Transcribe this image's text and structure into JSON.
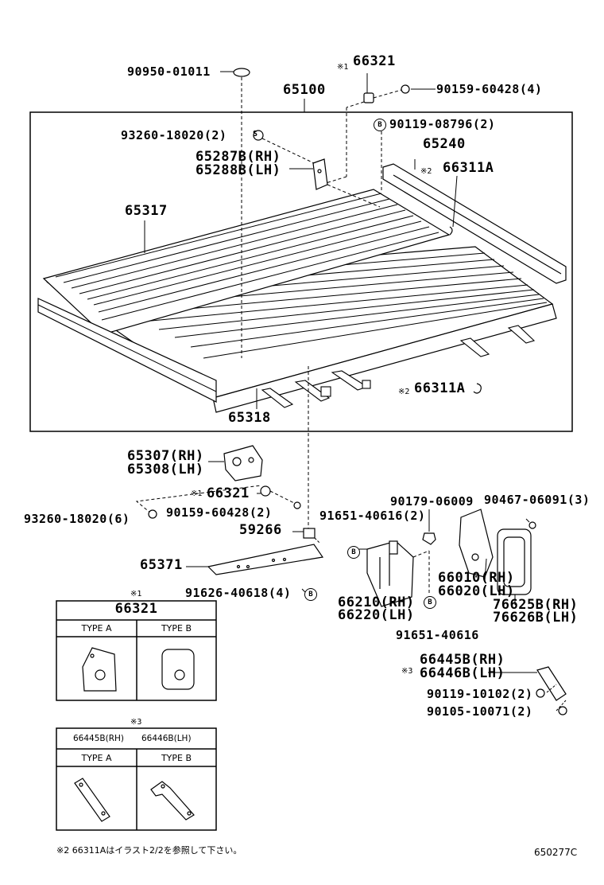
{
  "labels": {
    "p90950": "90950-01011",
    "p66321_top": "66321",
    "p90159_top": "90159-60428(4)",
    "p65100": "65100",
    "p90119_08796": "90119-08796(2)",
    "p93260_top": "93260-18020(2)",
    "p65240": "65240",
    "p65287": "65287B(RH)",
    "p65288": "65288B(LH)",
    "p66311A_top": "66311A",
    "p65317": "65317",
    "p66311A_bottom": "66311A",
    "p65318": "65318",
    "p65307": "65307(RH)",
    "p65308": "65308(LH)",
    "p66321_mid": "66321",
    "p90159_mid": "90159-60428(2)",
    "p93260_mid": "93260-18020(6)",
    "p90179": "90179-06009",
    "p90467": "90467-06091(3)",
    "p91651_top": "91651-40616(2)",
    "p59266": "59266",
    "p65371": "65371",
    "p91626": "91626-40618(4)",
    "p66010": "66010(RH)",
    "p66020": "66020(LH)",
    "p66210": "66210(RH)",
    "p66220": "66220(LH)",
    "p76625": "76625B(RH)",
    "p76626": "76626B(LH)",
    "p91651_bottom": "91651-40616",
    "p66445": "66445B(RH)",
    "p66446": "66446B(LH)",
    "p90119_10102": "90119-10102(2)",
    "p90105": "90105-10071(2)"
  },
  "notes": {
    "n1": "※1",
    "n2": "※2",
    "n3": "※3",
    "circle_b": "B",
    "circle_s": "S"
  },
  "table1": {
    "mark": "※1",
    "part": "66321",
    "type_a": "TYPE A",
    "type_b": "TYPE B"
  },
  "table3": {
    "mark": "※3",
    "part_rh": "66445B(RH)",
    "part_lh": "66446B(LH)",
    "type_a": "TYPE A",
    "type_b": "TYPE B"
  },
  "footnote": "※2  66311Aはイラスト2/2を参照して下さい。",
  "diagram_code": "650277C"
}
